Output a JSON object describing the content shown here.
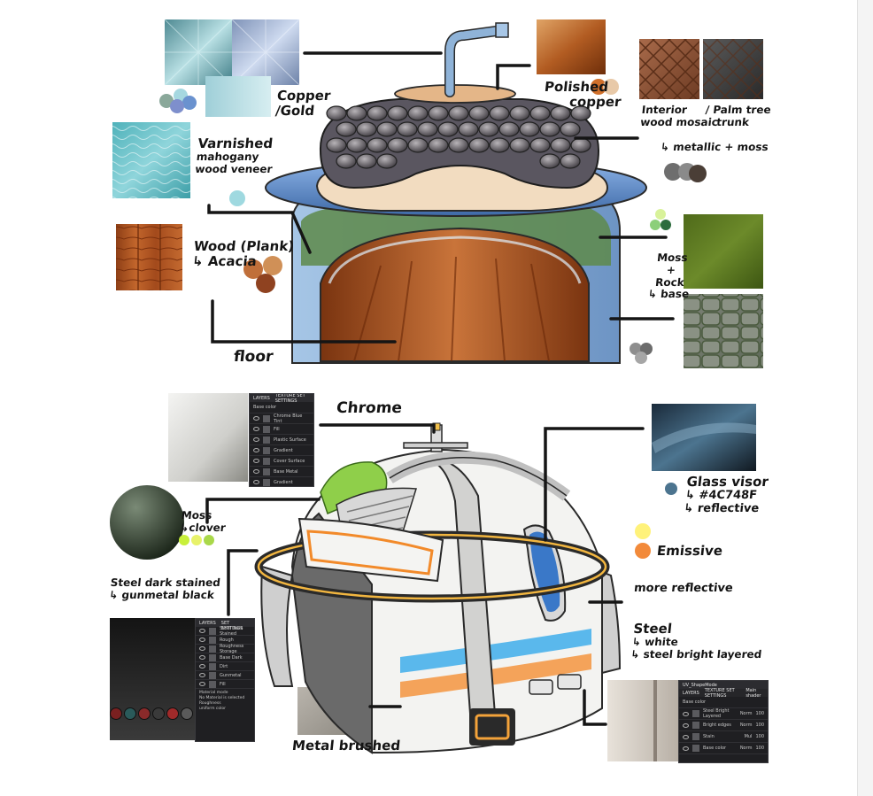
{
  "labels": {
    "copper_gold": [
      "Copper",
      "/Gold"
    ],
    "varnished": [
      "Varnished",
      "mahogany",
      "wood veneer"
    ],
    "wood_plank": [
      "Wood (Plank)",
      "↳ Acacia"
    ],
    "floor": "floor",
    "polished_copper": [
      "Polished",
      "copper"
    ],
    "interior": [
      "Interior",
      "wood mosaic"
    ],
    "palm": [
      "/ Palm tree",
      "trunk"
    ],
    "metallic_moss": "↳ metallic + moss",
    "moss_rock": [
      "Moss",
      "+",
      "Rock",
      "↳ base"
    ],
    "chrome": "Chrome",
    "moss_clover": [
      "Moss",
      "↳clover"
    ],
    "glass_visor": [
      "Glass visor",
      "↳ #4C748F",
      "↳ reflective"
    ],
    "emissive": "Emissive",
    "more_reflective": "more reflective",
    "steel_dark": [
      "Steel dark stained",
      "↳ gunmetal black"
    ],
    "steel_white": [
      "Steel",
      "↳ white",
      "↳ steel bright layered"
    ],
    "metal_brushed": "Metal brushed"
  },
  "panel_top": {
    "tabs": [
      "LAYERS",
      "TEXTURE SET SETTINGS"
    ],
    "mode": "Base color",
    "layers": [
      "Chrome Blue Tint",
      "Fill",
      "Plastic Surface",
      "Gradient",
      "Cover Surface",
      "Base Metal",
      "Gradient"
    ]
  },
  "panel_left": {
    "tabs": [
      "LAYERS",
      "TEXTURE SET SETTINGS"
    ],
    "layers": [
      "Steel Dark Stained",
      "Rough",
      "Roughness Storage",
      "Base Dark",
      "Dirt",
      "Gunmetal",
      "Fill"
    ],
    "props": [
      "Material mode",
      "No Material is selected",
      "Roughness",
      "uniform color"
    ]
  },
  "panel_right": {
    "title": "UV_ShapeMode",
    "tabs": [
      "LAYERS",
      "TEXTURE SET SETTINGS",
      "Main shader"
    ],
    "mode": "Base color",
    "layers": [
      "Steel Bright Layered",
      "Bright edges",
      "Stain",
      "Base color"
    ],
    "blend": [
      "Norm",
      "Norm",
      "Mul",
      "Norm"
    ],
    "opacity": [
      "100",
      "100",
      "100",
      "100"
    ]
  },
  "swatches": {
    "copper_gold": [
      "#8aa89a",
      "#a6d8e0",
      "#6a92cf",
      "#7e8fcc"
    ],
    "varnished": [
      "#9fd9e0"
    ],
    "acacia": [
      "#c06f3a",
      "#d09057",
      "#8f4220"
    ],
    "polished_copper": [
      "#d06f2a",
      "#e8c9a8"
    ],
    "interior": [
      "#6e6e6e",
      "#8a8a8a",
      "#4a3e36"
    ],
    "moss": [
      "#d8f29a",
      "#8ccf7a",
      "#2d6c3e"
    ],
    "rock": [
      "#8e8e8e",
      "#6c6c6c",
      "#a6a6a6"
    ],
    "clover": [
      "#c8f03a",
      "#e8f26a",
      "#a9d84a"
    ],
    "glass": [
      "#4c748f"
    ],
    "emissive": [
      "#fff27a",
      "#f28a3a"
    ]
  }
}
